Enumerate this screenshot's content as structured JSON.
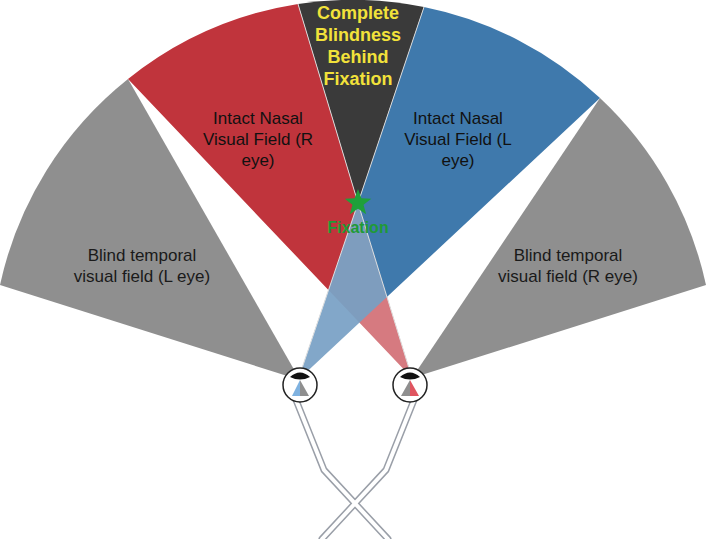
{
  "diagram": {
    "nodes": [
      {
        "text": [
          "Complete Blindness Behind Fixation"
        ]
      },
      {
        "text": [
          "Intact Nasal Visual Field (R eye)"
        ]
      },
      {
        "text": [
          "Intact Nasal Visual Field (L eye)"
        ]
      },
      {
        "text": [
          "Blind temporal visual field (L eye)"
        ]
      },
      {
        "text": [
          "Blind temporal visual field (R eye)"
        ]
      }
    ],
    "labels": [
      "Fixation"
    ]
  }
}
